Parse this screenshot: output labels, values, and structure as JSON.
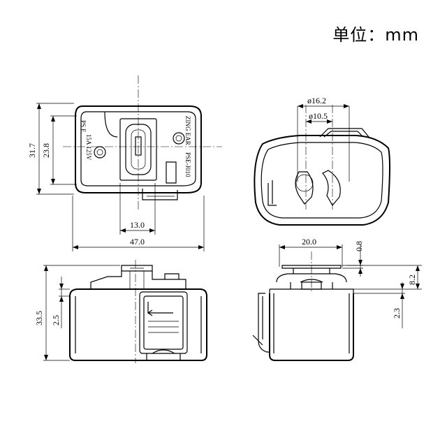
{
  "header": {
    "unit_label": "单位：mm"
  },
  "front_view": {
    "model_text": "PSE-J010",
    "brand_text": "ZING EAR",
    "rating_text": "15A 125V",
    "cert_text": "PS E",
    "dims": {
      "height_outer": "31.7",
      "height_inner": "23.8",
      "center_offset": "13.0",
      "width": "47.0"
    }
  },
  "top_view": {
    "dims": {
      "dia_outer": "ø16.2",
      "dia_inner": "ø10.5"
    }
  },
  "side_view_left": {
    "dims": {
      "height_total": "33.5",
      "offset": "2.5"
    }
  },
  "side_view_right": {
    "dims": {
      "width_top": "20.0",
      "thickness": "0.8",
      "height": "8.2",
      "offset": "2.3"
    }
  }
}
